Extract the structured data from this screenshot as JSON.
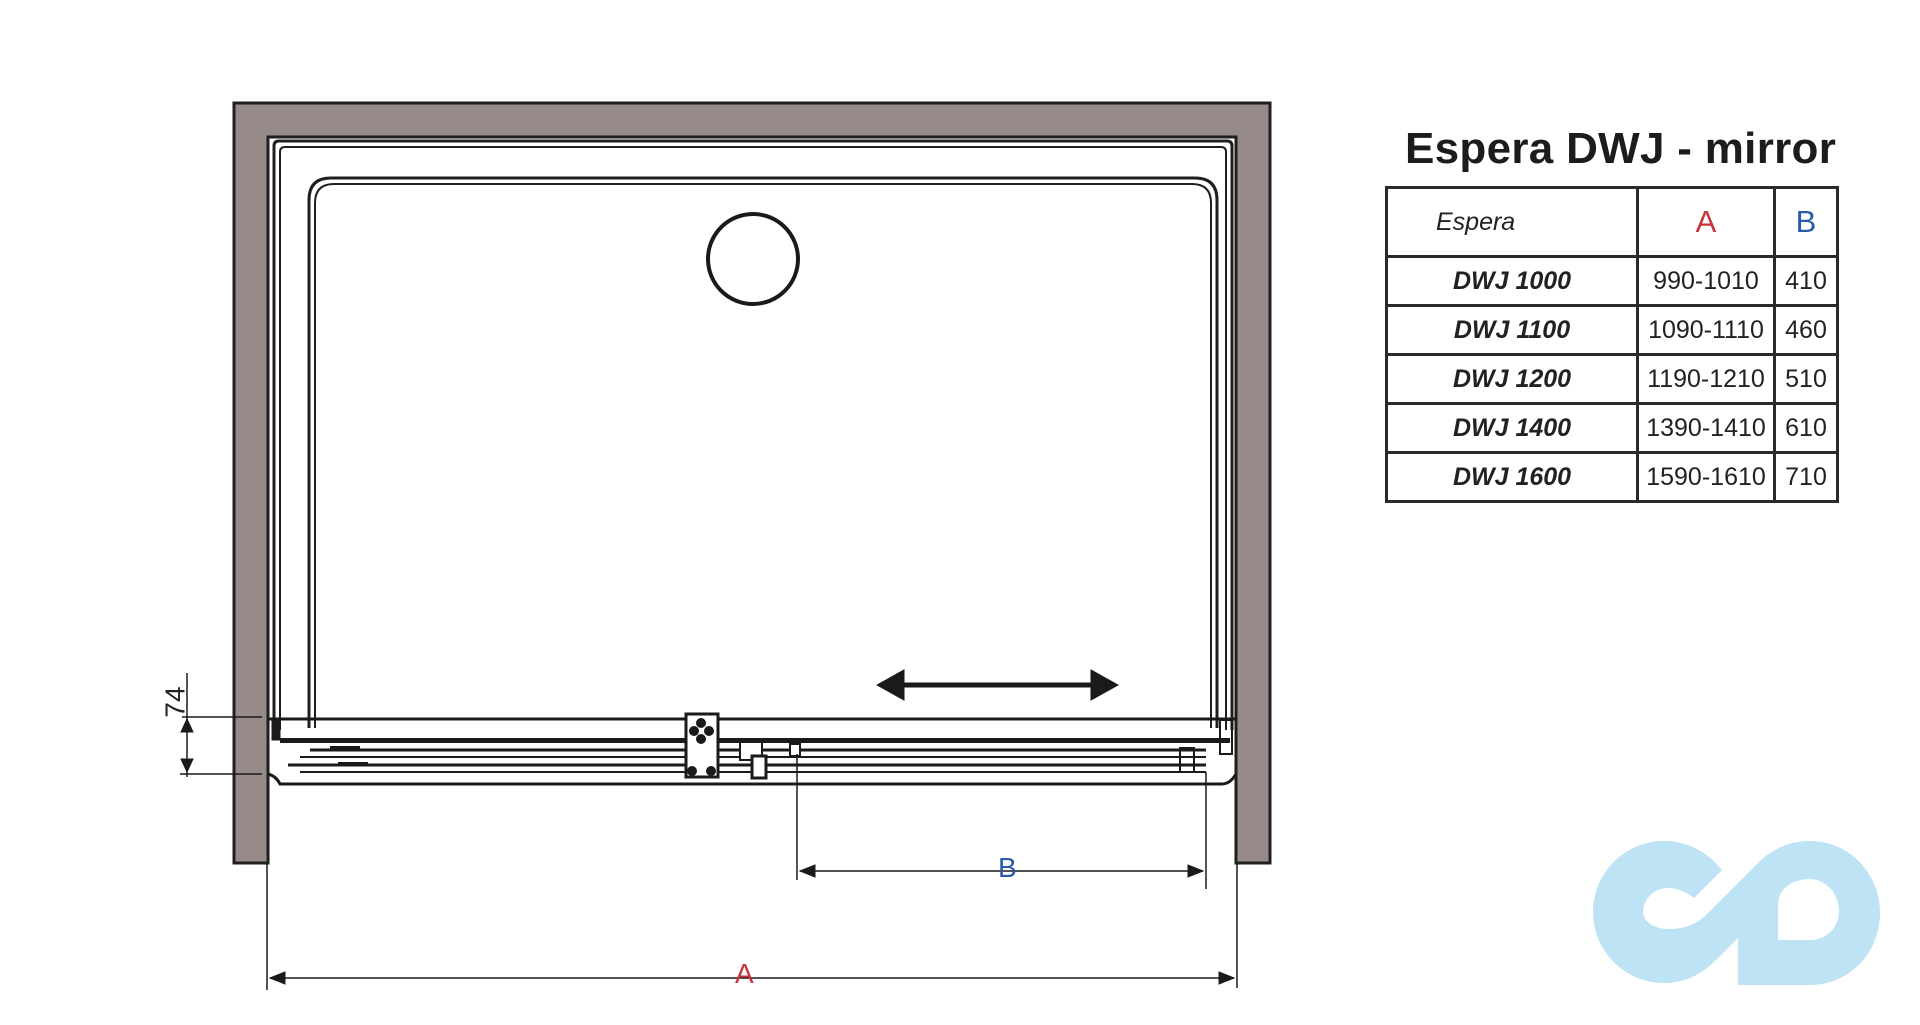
{
  "title": "Espera DWJ - mirror",
  "colors": {
    "wall": "#968b89",
    "line": "#1f1f1f",
    "dim_a": "#c8323c",
    "dim_b": "#2a5ba8",
    "logo": "#bde3f4"
  },
  "table": {
    "headers": {
      "model": "Espera",
      "a": "A",
      "b": "B"
    },
    "rows": [
      {
        "model": "DWJ 1000",
        "a": "990-1010",
        "b": "410"
      },
      {
        "model": "DWJ 1100",
        "a": "1090-1110",
        "b": "460"
      },
      {
        "model": "DWJ 1200",
        "a": "1190-1210",
        "b": "510"
      },
      {
        "model": "DWJ 1400",
        "a": "1390-1410",
        "b": "610"
      },
      {
        "model": "DWJ 1600",
        "a": "1590-1610",
        "b": "710"
      }
    ]
  },
  "drawing": {
    "dim_profile_label": "74",
    "dim_a_label": "A",
    "dim_b_label": "B",
    "sliding_arrow": "double-arrow",
    "drain": "circle-drain",
    "logo": "infinity-logo"
  }
}
